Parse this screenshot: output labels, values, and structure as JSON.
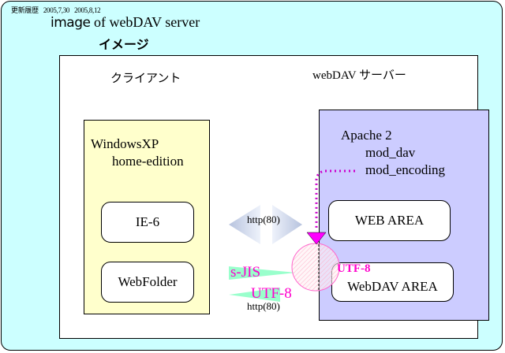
{
  "header": {
    "history_label": "更新履歴",
    "history_dates": "2005,7,30  2005,8,12",
    "title_word": "image",
    "title_rest": "of webDAV server",
    "subtitle": "イメージ"
  },
  "diagram": {
    "client_label": "クライアント",
    "server_label": "webDAV サーバー",
    "client": {
      "os_line1": "WindowsXP",
      "os_line2": "home-edition",
      "apps": [
        "IE-6",
        "WebFolder"
      ]
    },
    "server": {
      "software": "Apache 2",
      "modules": [
        "mod_dav",
        "mod_encoding"
      ],
      "areas": [
        "WEB  AREA",
        "WebDAV AREA"
      ]
    },
    "connections": {
      "http_top": "http(80)",
      "http_bottom": "http(80)",
      "request_encoding": "s-JIS",
      "response_encoding": "UTF-8",
      "server_encoding": "UTF-8"
    },
    "colors": {
      "background": "#ccffff",
      "client_fill": "#ffffcc",
      "server_fill": "#ccccff",
      "encoding_text": "#ff00cc",
      "encoding_arrow": "#99ffcc",
      "http_arrow": "#c8d4ec"
    }
  }
}
